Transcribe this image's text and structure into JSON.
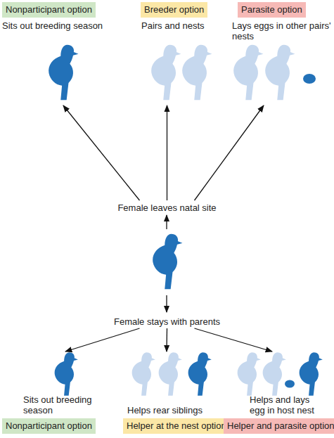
{
  "diagram": {
    "nodes": [
      {
        "text": [
          "Nonparticipant option",
          "Sits out breeding season"
        ]
      },
      {
        "text": [
          "Breeder option",
          "Pairs and nests"
        ]
      },
      {
        "text": [
          "Parasite option",
          "Lays eggs in other pairs' nests"
        ]
      },
      {
        "text": [
          "Female leaves natal site"
        ]
      },
      {
        "text": [
          "Female stays with parents"
        ]
      },
      {
        "text": [
          "Sits out breeding season",
          "Nonparticipant option"
        ]
      },
      {
        "text": [
          "Helps rear siblings",
          "Helper at the nest option"
        ]
      },
      {
        "text": [
          "Helps and lays egg in host nest",
          "Helper and parasite option"
        ]
      }
    ],
    "edges": [
      {
        "from": 3,
        "to": 0,
        "arrow": "to"
      },
      {
        "from": 3,
        "to": 1,
        "arrow": "to"
      },
      {
        "from": 3,
        "to": 2,
        "arrow": "to"
      },
      {
        "from": 4,
        "to": 5,
        "arrow": "to"
      },
      {
        "from": 4,
        "to": 6,
        "arrow": "to"
      },
      {
        "from": 4,
        "to": 7,
        "arrow": "to"
      }
    ]
  }
}
